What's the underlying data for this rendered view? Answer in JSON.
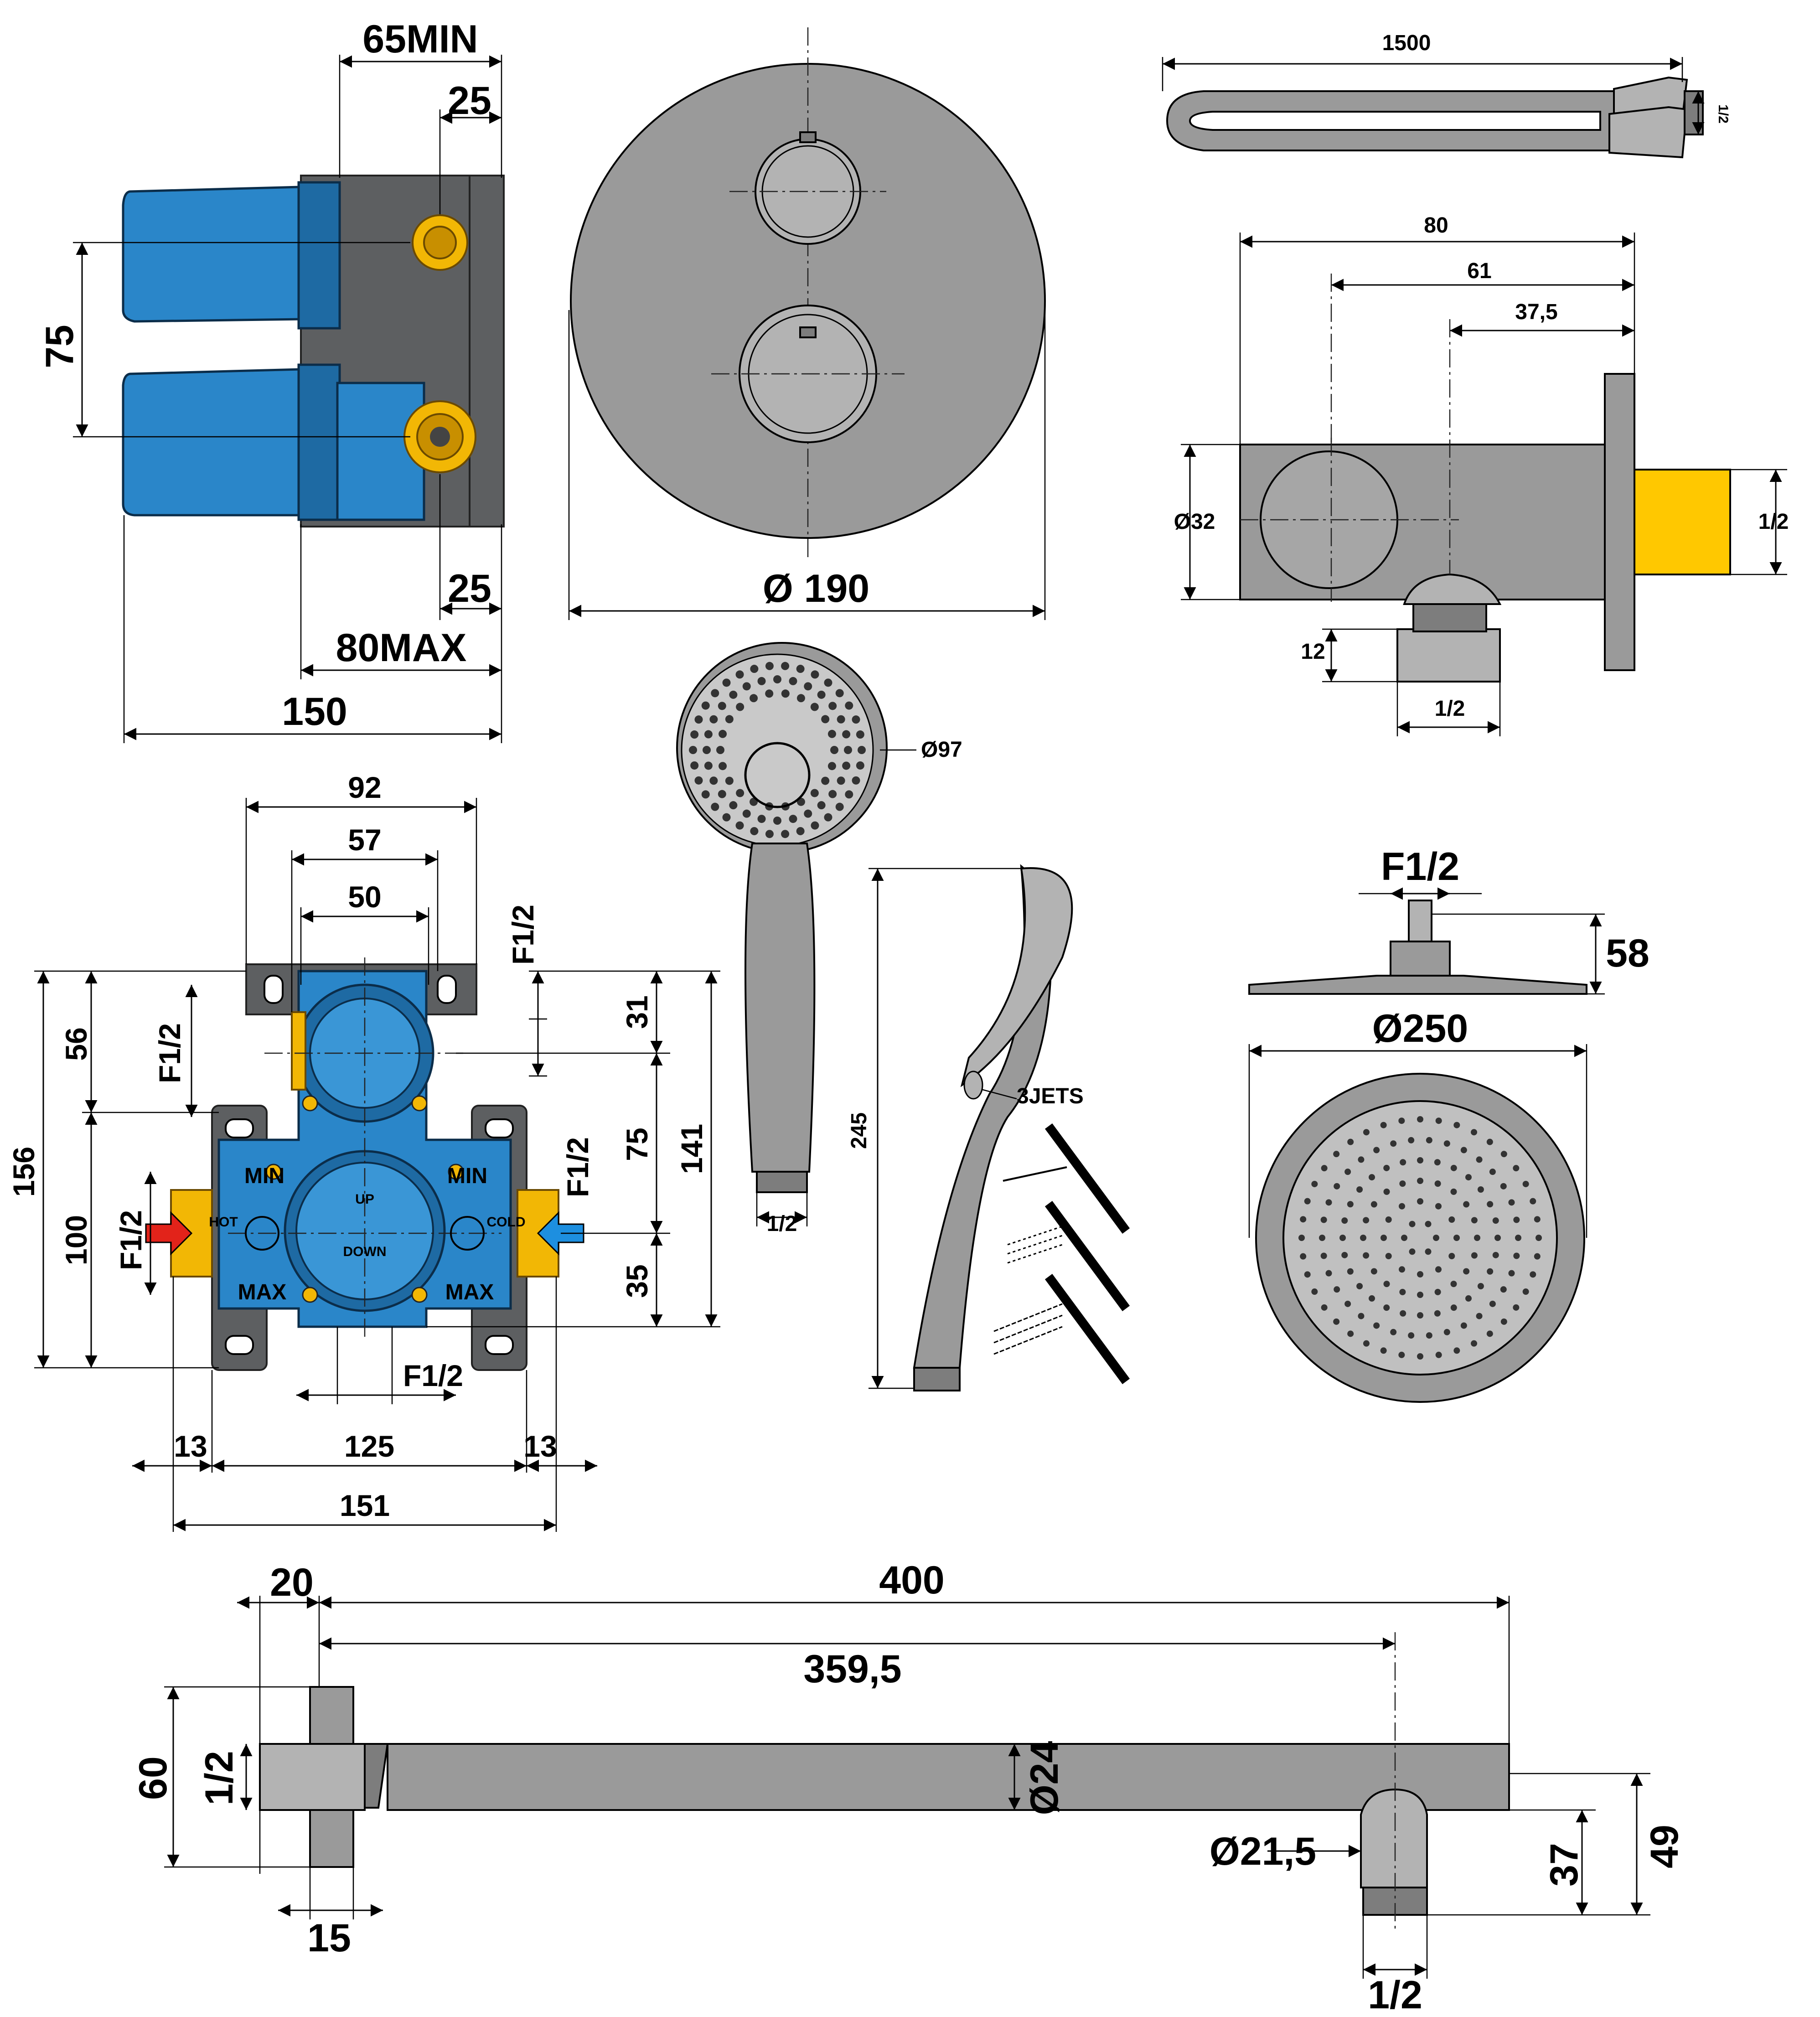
{
  "colors": {
    "background": "#ffffff",
    "chrome": "#9a9a9a",
    "valve_body_blue": "#2a86c9",
    "brass": "#f2b705",
    "thread_yellow": "#ffc800",
    "hot_arrow": "#e2231a",
    "cold_arrow": "#1d8fe0"
  },
  "valve_side": {
    "d_65min": "65MIN",
    "d_25_top": "25",
    "d_75": "75",
    "d_25_bottom": "25",
    "d_80max": "80MAX",
    "d_150": "150"
  },
  "faceplate": {
    "d_190": "Ø 190"
  },
  "hose": {
    "d_1500": "1500",
    "d_half": "1/2"
  },
  "wall_outlet": {
    "d_80": "80",
    "d_61": "61",
    "d_37_5": "37,5",
    "d_32": "Ø32",
    "d_half_right": "1/2",
    "d_12": "12",
    "d_half_bottom": "1/2"
  },
  "body_front": {
    "d_92": "92",
    "d_57": "57",
    "d_50": "50",
    "d_f12_top": "F1/2",
    "d_31": "31",
    "d_56": "56",
    "d_f12_left_upper": "F1/2",
    "d_156": "156",
    "d_100": "100",
    "d_f12_left": "F1/2",
    "d_75": "75",
    "d_141": "141",
    "d_f12_right": "F1/2",
    "d_35": "35",
    "d_f12_bottom": "F1/2",
    "d_13_left": "13",
    "d_125": "125",
    "d_13_right": "13",
    "d_151": "151",
    "label_min_left": "MIN",
    "label_min_right": "MIN",
    "label_max_left": "MAX",
    "label_max_right": "MAX",
    "label_hot": "HOT",
    "label_cold": "COLD",
    "label_up": "UP",
    "label_down": "DOWN"
  },
  "hand_shower": {
    "d_97": "Ø97",
    "d_245": "245",
    "d_half": "1/2",
    "jets": "3JETS"
  },
  "head_shower": {
    "d_f12": "F1/2",
    "d_58": "58",
    "d_250": "Ø250"
  },
  "arm": {
    "d_20": "20",
    "d_400": "400",
    "d_359_5": "359,5",
    "d_60": "60",
    "d_half_left": "1/2",
    "d_24": "Ø24",
    "d_21_5": "Ø21,5",
    "d_37": "37",
    "d_49": "49",
    "d_15": "15",
    "d_half_bottom": "1/2"
  }
}
